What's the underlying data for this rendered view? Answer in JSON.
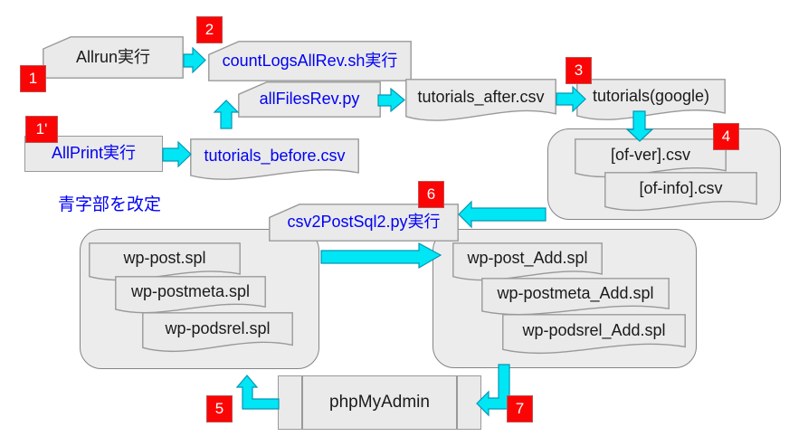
{
  "note": "青字部を改定",
  "badges": {
    "b1": "1",
    "b1p": "1'",
    "b2": "2",
    "b3": "3",
    "b4": "4",
    "b5": "5",
    "b6": "6",
    "b7": "7"
  },
  "nodes": {
    "allrun": {
      "label": "Allrun実行"
    },
    "countlogs": {
      "label": "countLogsAllRev.sh実行"
    },
    "allfiles": {
      "label": "allFilesRev.py"
    },
    "tutorials_after": {
      "label": "tutorials_after.csv"
    },
    "tutorials_google": {
      "label": "tutorials(google)"
    },
    "allprint": {
      "label": "AllPrint実行"
    },
    "tutorials_before": {
      "label": "tutorials_before.csv"
    },
    "of_ver": {
      "label": "[of-ver].csv"
    },
    "of_info": {
      "label": "[of-info].csv"
    },
    "csv2postsql": {
      "label": "csv2PostSql2.py実行"
    },
    "wp_post": {
      "label": "wp-post.spl"
    },
    "wp_postmeta": {
      "label": "wp-postmeta.spl"
    },
    "wp_podsrel": {
      "label": "wp-podsrel.spl"
    },
    "wp_post_add": {
      "label": "wp-post_Add.spl"
    },
    "wp_postmeta_add": {
      "label": "wp-postmeta_Add.spl"
    },
    "wp_podsrel_add": {
      "label": "wp-podsrel_Add.spl"
    },
    "phpmyadmin": {
      "label": "phpMyAdmin"
    }
  },
  "colors": {
    "arrow_cyan": "#00E6F5",
    "badge_red": "#FA0505",
    "revised_text_blue": "#0000F5",
    "box_fill": "#EAEAEA",
    "box_border": "#999999"
  }
}
